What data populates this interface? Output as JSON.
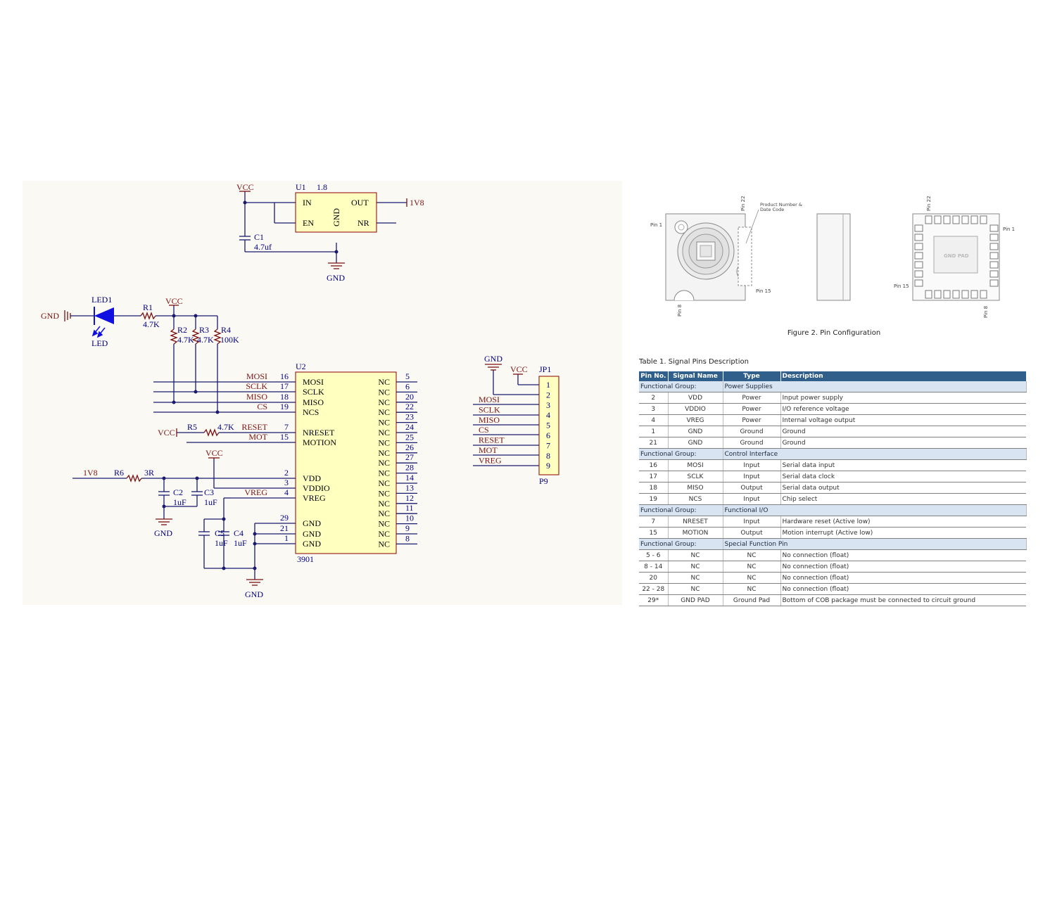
{
  "schematic": {
    "regulator": {
      "vcc": "VCC",
      "ref": "U1",
      "value": "1.8",
      "pin_in": "IN",
      "pin_en": "EN",
      "pin_out": "OUT",
      "pin_nr": "NR",
      "pin_gnd": "GND",
      "out_net": "1V8",
      "cap_ref": "C1",
      "cap_value": "4.7uf",
      "gnd": "GND"
    },
    "led_section": {
      "gnd": "GND",
      "led_ref": "LED1",
      "led_label": "LED",
      "r1_ref": "R1",
      "r1_value": "4.7K",
      "vcc": "VCC",
      "r2_ref": "R2",
      "r2_value": "4.7K",
      "r3_ref": "R3",
      "r3_value": "4.7K",
      "r4_ref": "R4",
      "r4_value": "100K"
    },
    "sensor": {
      "ref": "U2",
      "part": "3901",
      "left_pins": [
        {
          "net": "MOSI",
          "num": "16",
          "name": "MOSI"
        },
        {
          "net": "SCLK",
          "num": "17",
          "name": "SCLK"
        },
        {
          "net": "MISO",
          "num": "18",
          "name": "MISO"
        },
        {
          "net": "CS",
          "num": "19",
          "name": "NCS"
        },
        {
          "net": "RESET",
          "num": "7",
          "name": "NRESET"
        },
        {
          "net": "MOT",
          "num": "15",
          "name": "MOTION"
        },
        {
          "net": "",
          "num": "2",
          "name": "VDD"
        },
        {
          "net": "",
          "num": "3",
          "name": "VDDIO"
        },
        {
          "net": "VREG",
          "num": "4",
          "name": "VREG"
        },
        {
          "net": "",
          "num": "29",
          "name": "GND"
        },
        {
          "net": "",
          "num": "21",
          "name": "GND"
        },
        {
          "net": "",
          "num": "1",
          "name": "GND"
        }
      ],
      "nc_pins": [
        "5",
        "6",
        "20",
        "22",
        "23",
        "24",
        "25",
        "26",
        "27",
        "28",
        "14",
        "13",
        "12",
        "11",
        "10",
        "9",
        "8"
      ],
      "nc_label": "NC"
    },
    "power_in": {
      "vcc_r5": "VCC",
      "r5_ref": "R5",
      "r5_value": "4.7K",
      "net_1v8": "1V8",
      "r6_ref": "R6",
      "r6_value": "3R",
      "vcc_top": "VCC",
      "c2_ref": "C2",
      "c2_value": "1uF",
      "c3_ref": "C3",
      "c3_value": "1uF",
      "c5_ref": "C5",
      "c5_value": "1uF",
      "c4_ref": "C4",
      "c4_value": "1uF",
      "gnd_left": "GND",
      "gnd_bottom": "GND"
    },
    "connector": {
      "ref": "JP1",
      "part": "P9",
      "gnd": "GND",
      "vcc": "VCC",
      "pins": [
        "1",
        "2",
        "3",
        "4",
        "5",
        "6",
        "7",
        "8",
        "9"
      ],
      "nets": [
        "MOSI",
        "SCLK",
        "MISO",
        "CS",
        "RESET",
        "MOT",
        "VREG"
      ]
    }
  },
  "pin_figure": {
    "caption": "Figure 2. Pin Configuration",
    "labels": {
      "pin22_a": "Pin 22",
      "pin1_a": "Pin 1",
      "pin15_a": "Pin 15",
      "pin8_a": "Pin 8",
      "product_line1": "Product Number &",
      "product_line2": "Date Code",
      "pin22_b": "Pin 22",
      "pin1_b": "Pin 1",
      "pin15_b": "Pin 15",
      "pin8_b": "Pin 8",
      "gnd_pad": "GND PAD"
    }
  },
  "signal_table": {
    "title": "Table 1. Signal Pins Description",
    "headers": [
      "Pin No.",
      "Signal Name",
      "Type",
      "Description"
    ],
    "group_label": "Functional Group:",
    "groups": [
      {
        "name": "Power Supplies",
        "rows": [
          [
            "2",
            "VDD",
            "Power",
            "Input power supply"
          ],
          [
            "3",
            "VDDIO",
            "Power",
            "I/O reference voltage"
          ],
          [
            "4",
            "VREG",
            "Power",
            "Internal voltage output"
          ],
          [
            "1",
            "GND",
            "Ground",
            "Ground"
          ],
          [
            "21",
            "GND",
            "Ground",
            "Ground"
          ]
        ]
      },
      {
        "name": "Control Interface",
        "rows": [
          [
            "16",
            "MOSI",
            "Input",
            "Serial data input"
          ],
          [
            "17",
            "SCLK",
            "Input",
            "Serial data clock"
          ],
          [
            "18",
            "MISO",
            "Output",
            "Serial data output"
          ],
          [
            "19",
            "NCS",
            "Input",
            "Chip select"
          ]
        ]
      },
      {
        "name": "Functional I/O",
        "rows": [
          [
            "7",
            "NRESET",
            "Input",
            "Hardware reset (Active low)"
          ],
          [
            "15",
            "MOTION",
            "Output",
            "Motion interrupt (Active low)"
          ]
        ]
      },
      {
        "name": "Special Function Pin",
        "rows": [
          [
            "5 - 6",
            "NC",
            "NC",
            "No connection (float)"
          ],
          [
            "8 - 14",
            "NC",
            "NC",
            "No connection (float)"
          ],
          [
            "20",
            "NC",
            "NC",
            "No connection (float)"
          ],
          [
            "22 - 28",
            "NC",
            "NC",
            "No connection (float)"
          ],
          [
            "29*",
            "GND PAD",
            "Ground Pad",
            "Bottom of COB package must be connected to circuit ground"
          ]
        ]
      }
    ]
  },
  "colors": {
    "wire": "#1a1a6e",
    "net_label": "#7a1010",
    "part_text": "#000080",
    "chip_fill": "#ffffc0",
    "chip_border": "#8b0000",
    "table_header": "#2f5f8a",
    "group_row": "#d9e4f2",
    "led_blue": "#1010e0"
  }
}
